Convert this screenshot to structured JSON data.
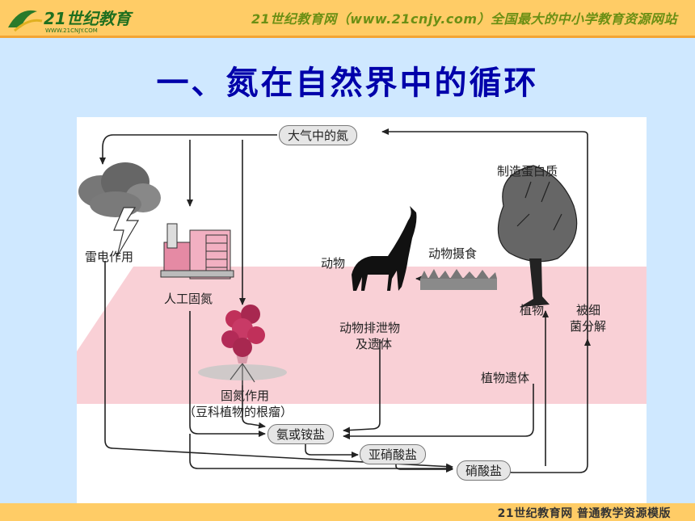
{
  "header": {
    "site_text": "21世纪教育网（www.21cnjy.com）全国最大的中小学教育资源网站",
    "logo_text": "21世纪教育",
    "logo_subtext": "WWW.21CNJY.COM"
  },
  "title": "一、氮在自然界中的循环",
  "diagram": {
    "atmosphere_nitrogen": "大气中的氮",
    "lightning": "雷电作用",
    "industrial_fixation": "人工固氮",
    "bio_fixation_1": "固氮作用",
    "bio_fixation_2": "（豆科植物的根瘤）",
    "animal": "动物",
    "animal_feeding": "动物摄食",
    "protein": "制造蛋白质",
    "plant": "植物",
    "bacteria_1": "被细",
    "bacteria_2": "菌分解",
    "animal_waste_1": "动物排泄物",
    "animal_waste_2": "及遗体",
    "plant_remains": "植物遗体",
    "ammonia": "氨或铵盐",
    "nitrite": "亚硝酸盐",
    "nitrate": "硝酸盐"
  },
  "footer": {
    "text": "21世纪教育网   普通教学资源模版"
  },
  "colors": {
    "title": "#0000aa",
    "header_bg": "#ffcc66",
    "pink_band": "#f8c8cf",
    "page_bg": "#cfe8ff"
  }
}
